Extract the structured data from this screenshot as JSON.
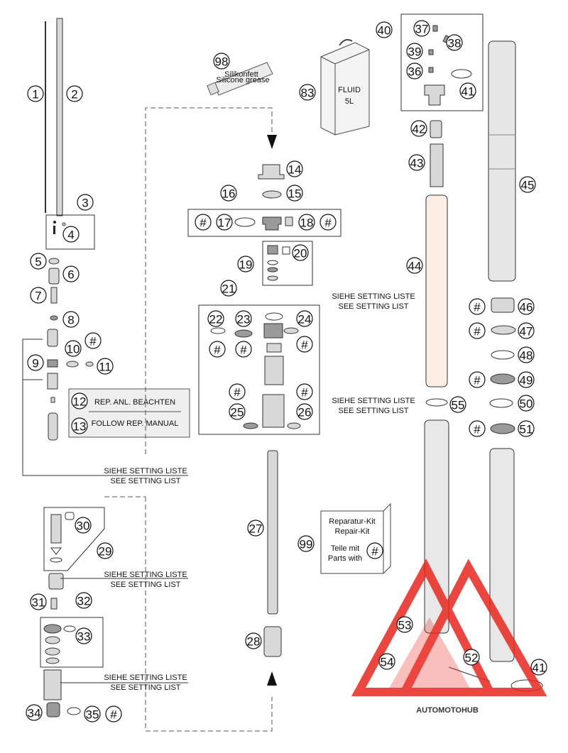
{
  "callouts": {
    "c1": "1",
    "c2": "2",
    "c3": "3",
    "c4": "4",
    "c5": "5",
    "c6": "6",
    "c7": "7",
    "c8": "8",
    "c9": "9",
    "c10": "10",
    "c11": "11",
    "c12": "12",
    "c13": "13",
    "c14": "14",
    "c15": "15",
    "c16": "16",
    "c17": "17",
    "c18": "18",
    "c19": "19",
    "c20": "20",
    "c21": "21",
    "c22": "22",
    "c23": "23",
    "c24": "24",
    "c25": "25",
    "c26": "26",
    "c27": "27",
    "c28": "28",
    "c29": "29",
    "c30": "30",
    "c31": "31",
    "c32": "32",
    "c33": "33",
    "c34": "34",
    "c35": "35",
    "c36": "36",
    "c37": "37",
    "c38": "38",
    "c39": "39",
    "c40": "40",
    "c41": "41",
    "c42": "42",
    "c43": "43",
    "c44": "44",
    "c45": "45",
    "c46": "46",
    "c47": "47",
    "c48": "48",
    "c49": "49",
    "c50": "50",
    "c51": "51",
    "c52": "52",
    "c53": "53",
    "c54": "54",
    "c55": "55",
    "c83": "83",
    "c98": "98",
    "c99": "99",
    "hash": "#"
  },
  "notes": {
    "rep_de": "REP. ANL. BEACHTEN",
    "rep_en": "FOLLOW REP. MANUAL",
    "setting_de": "SIEHE SETTING LISTE",
    "setting_en": "SEE SETTING LIST"
  },
  "fluid_can": {
    "line1": "FLUID",
    "line2": "5L"
  },
  "grease_tube": {
    "line1": "Silikonfett",
    "line2": "Silicone grease"
  },
  "repair_kit": {
    "line1": "Reparatur-Kit",
    "line2": "Repair-Kit",
    "line3": "Teile mit",
    "line4": "Parts with"
  },
  "watermark": {
    "text": "AUTOMOTOHUB"
  },
  "colors": {
    "watermark_red": "#e8281f",
    "watermark_orange": "#f0a640",
    "line": "#333333"
  }
}
